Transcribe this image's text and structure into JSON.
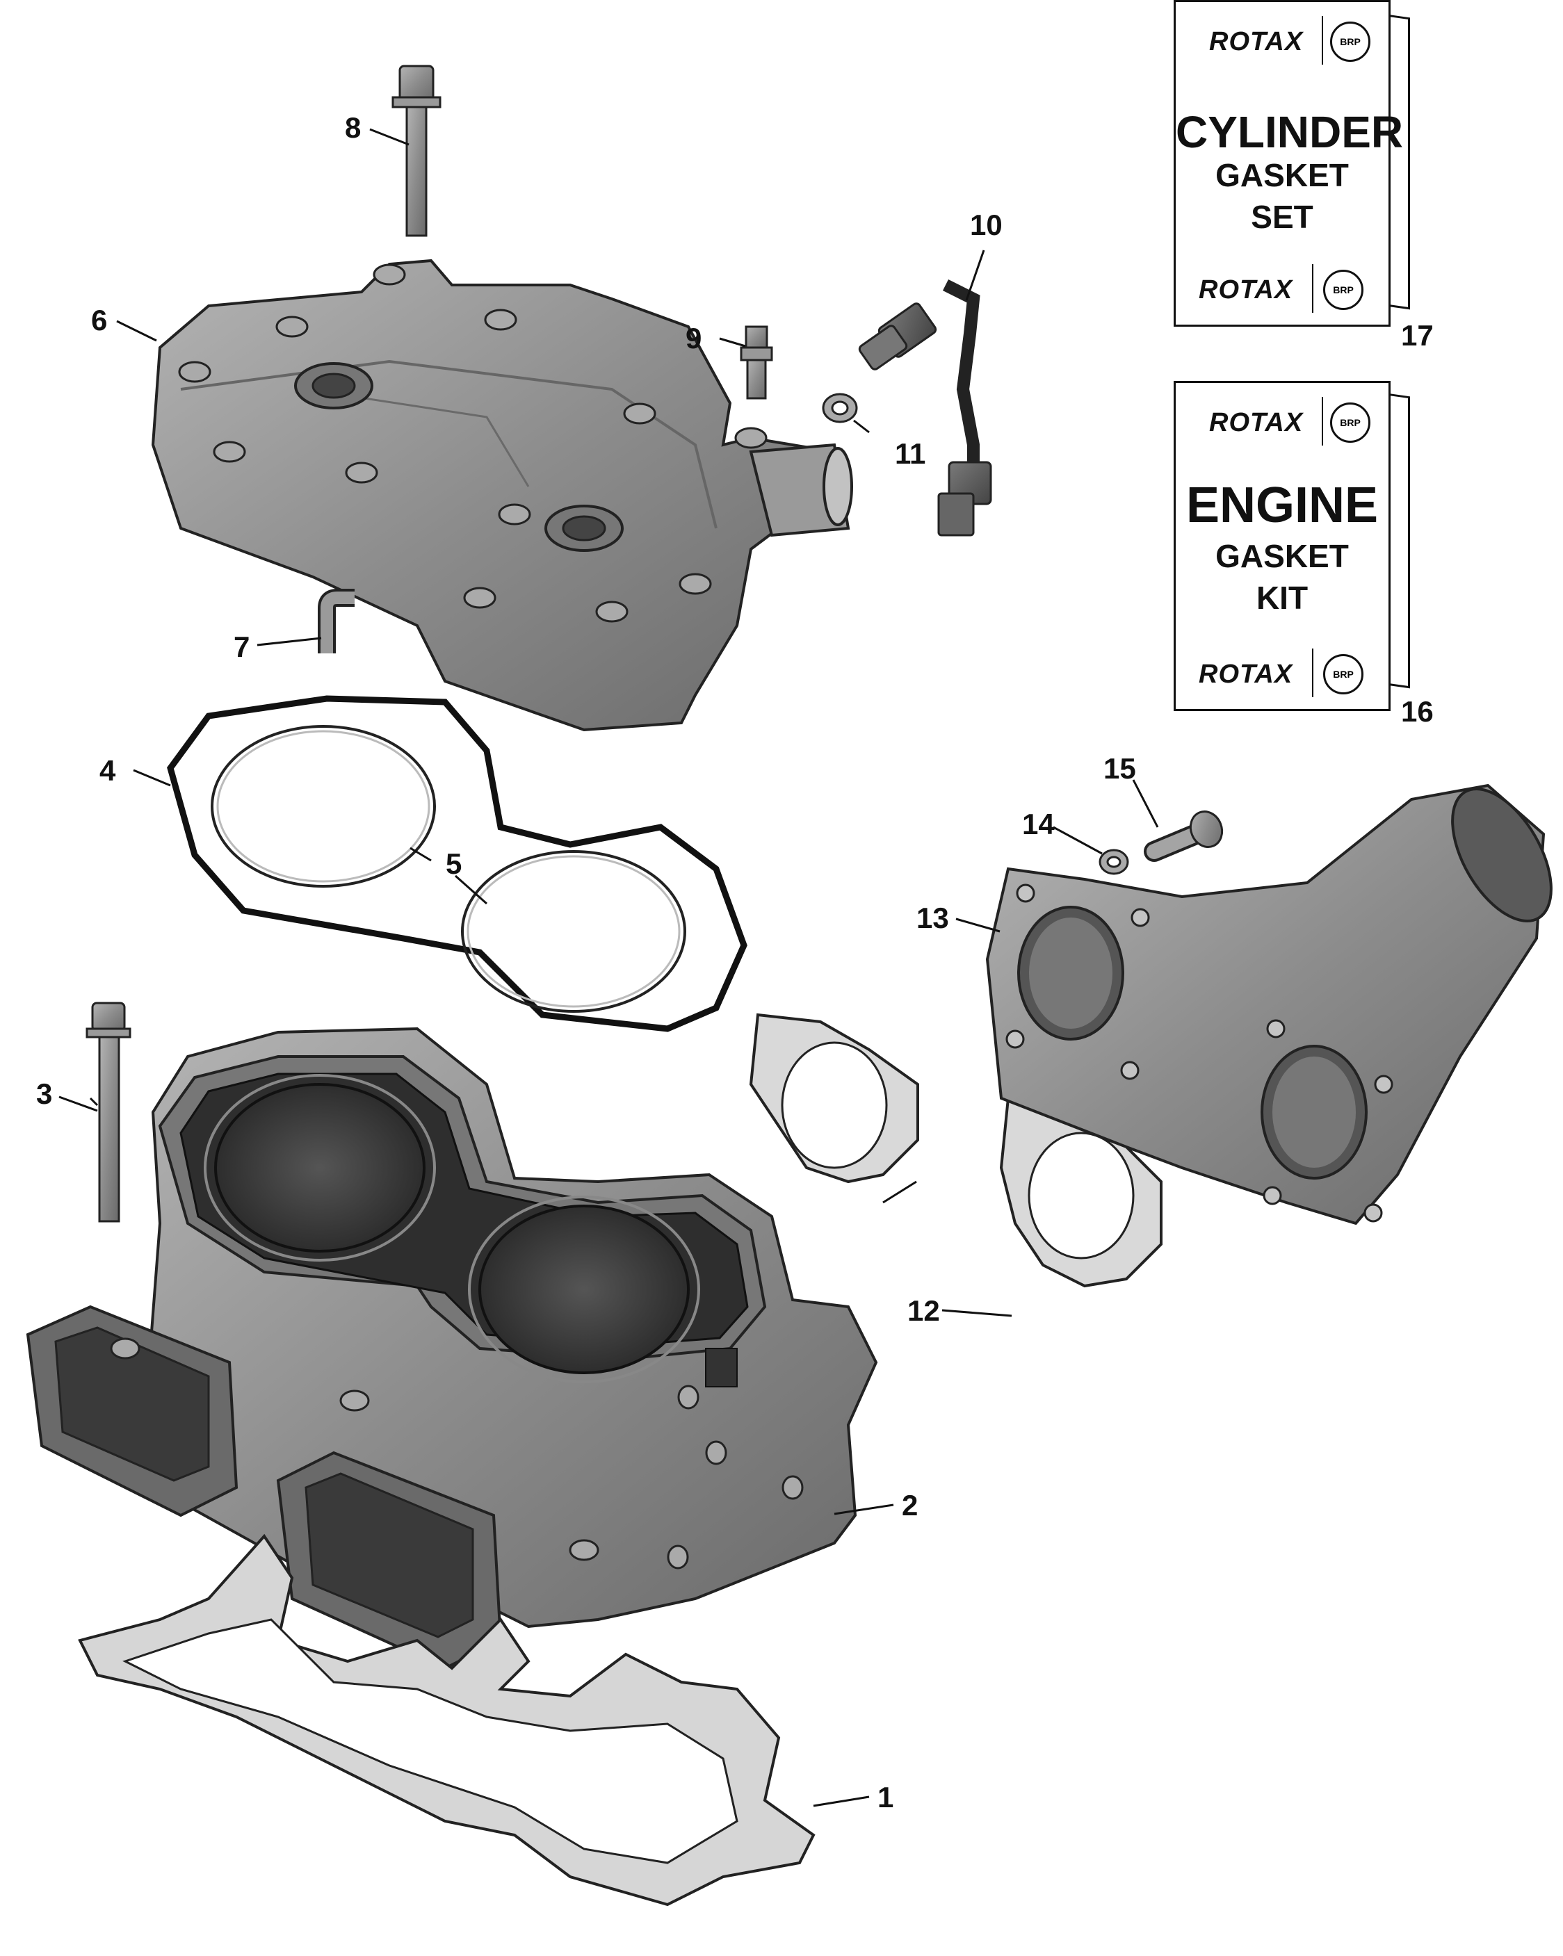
{
  "callouts": {
    "c1": "1",
    "c2": "2",
    "c3": "3",
    "c4": "4",
    "c5": "5",
    "c6": "6",
    "c7": "7",
    "c8": "8",
    "c9": "9",
    "c10": "10",
    "c11": "11",
    "c12": "12",
    "c13": "13",
    "c14": "14",
    "c15": "15",
    "c16": "16",
    "c17": "17"
  },
  "kits": {
    "cylinder": {
      "brand": "ROTAX",
      "badge": "BRP",
      "line1": "CYLINDER",
      "line2": "GASKET",
      "line3": "SET"
    },
    "engine": {
      "brand": "ROTAX",
      "badge": "BRP",
      "line1": "ENGINE",
      "line2": "GASKET",
      "line3": "KIT"
    }
  },
  "colors": {
    "part_fill": "#8e8e8e",
    "part_dark": "#5a5a5a",
    "part_light": "#b9b9b9",
    "gasket": "#d9d9d9",
    "line": "#111111"
  }
}
